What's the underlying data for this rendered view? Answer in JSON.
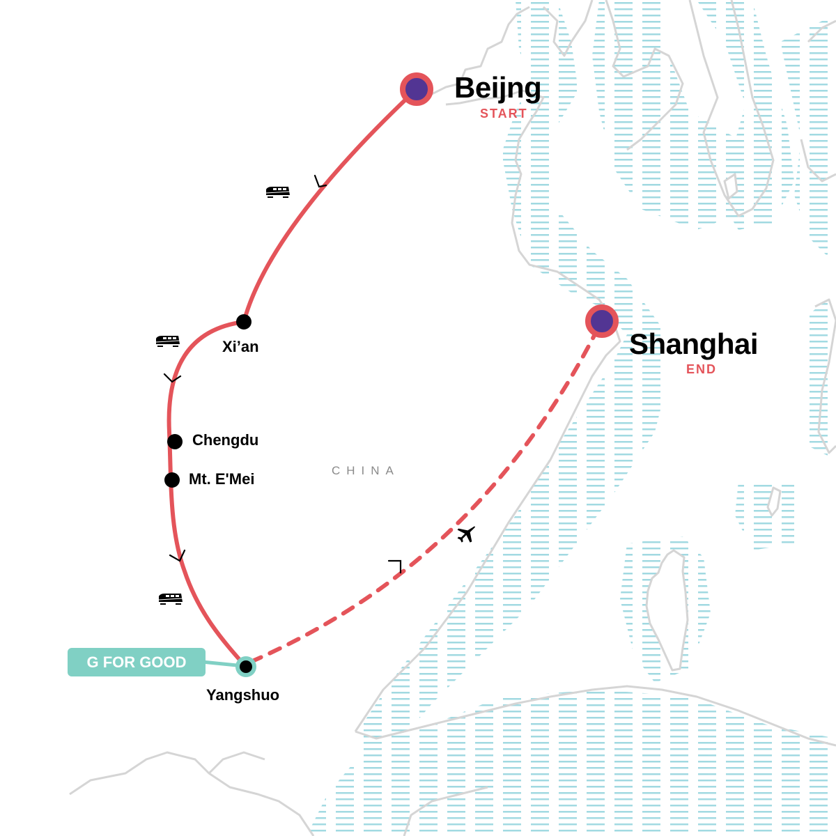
{
  "map": {
    "country_label": "CHINA",
    "colors": {
      "route": "#e4545a",
      "endpoint_fill": "#523593",
      "stop_dot": "#000000",
      "g_for_good": "#80d0c4",
      "coast_line": "#d5d5d5",
      "water_hatch": "#9dd8e0"
    },
    "start": {
      "name": "Beijng",
      "tag": "START"
    },
    "end": {
      "name": "Shanghai",
      "tag": "END"
    },
    "stops": [
      {
        "name": "Xi’an"
      },
      {
        "name": "Chengdu"
      },
      {
        "name": "Mt. E'Mei"
      },
      {
        "name": "Yangshuo"
      }
    ],
    "badge": {
      "label": "G FOR GOOD"
    },
    "legs": [
      {
        "from": "Beijng",
        "to": "Xi’an",
        "mode": "train-icon"
      },
      {
        "from": "Xi’an",
        "to": "Chengdu",
        "mode": "train-icon"
      },
      {
        "from": "Mt. E'Mei",
        "to": "Yangshuo",
        "mode": "train-icon"
      },
      {
        "from": "Yangshuo",
        "to": "Shanghai",
        "mode": "plane-icon"
      }
    ]
  }
}
